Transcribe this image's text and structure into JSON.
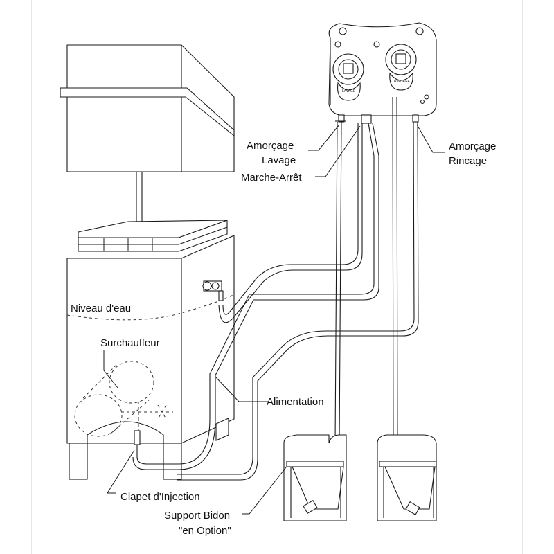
{
  "labels": {
    "amorcage_lavage_1": "Amorçage",
    "amorcage_lavage_2": "Lavage",
    "marche_arret": "Marche-Arrêt",
    "amorcage_rincage_1": "Amorçage",
    "amorcage_rincage_2": "Rincage",
    "niveau_eau": "Niveau d'eau",
    "surchauffeur": "Surchauffeur",
    "alimentation": "Alimentation",
    "clapet_injection": "Clapet d'Injection",
    "support_bidon_1": "Support Bidon",
    "support_bidon_2": "\"en Option\""
  },
  "pump_labels": {
    "left": "LAVAGE",
    "right": "RINCAGE"
  },
  "colors": {
    "line": "#1a1a1a",
    "background": "#ffffff",
    "frame_border": "#e6e6e6"
  }
}
